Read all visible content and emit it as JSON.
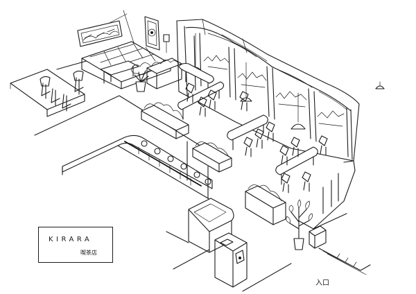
{
  "sign": {
    "brand": "KIRARA",
    "subtitle": "喫茶店"
  },
  "labels": {
    "entrance": "入口"
  }
}
